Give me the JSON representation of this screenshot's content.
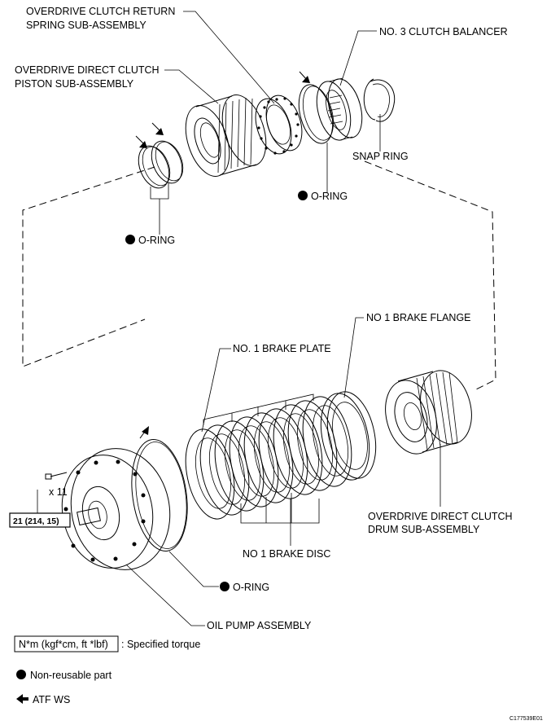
{
  "labels": {
    "od_return_spring_1": "OVERDRIVE CLUTCH RETURN",
    "od_return_spring_2": "SPRING SUB-ASSEMBLY",
    "clutch_balancer": "NO. 3 CLUTCH BALANCER",
    "od_piston_1": "OVERDRIVE DIRECT CLUTCH",
    "od_piston_2": "PISTON SUB-ASSEMBLY",
    "snap_ring": "SNAP RING",
    "oring_upper_right": "O-RING",
    "oring_upper_left": "O-RING",
    "brake_flange": "NO  1 BRAKE FLANGE",
    "brake_plate": "NO. 1 BRAKE PLATE",
    "drum_1": "OVERDRIVE DIRECT CLUTCH",
    "drum_2": "DRUM SUB-ASSEMBLY",
    "brake_disc": "NO  1 BRAKE DISC",
    "oring_lower": "O-RING",
    "oil_pump": "OIL PUMP ASSEMBLY",
    "bolt_qty": "x 11",
    "torque_value": "21 (214, 15)"
  },
  "legend": {
    "torque_box": "N*m (kgf*cm, ft *lbf)",
    "torque_desc": ": Specified torque",
    "nonreusable": "Non-reusable part",
    "atf": "ATF WS"
  },
  "figure_id": "C177539E01"
}
